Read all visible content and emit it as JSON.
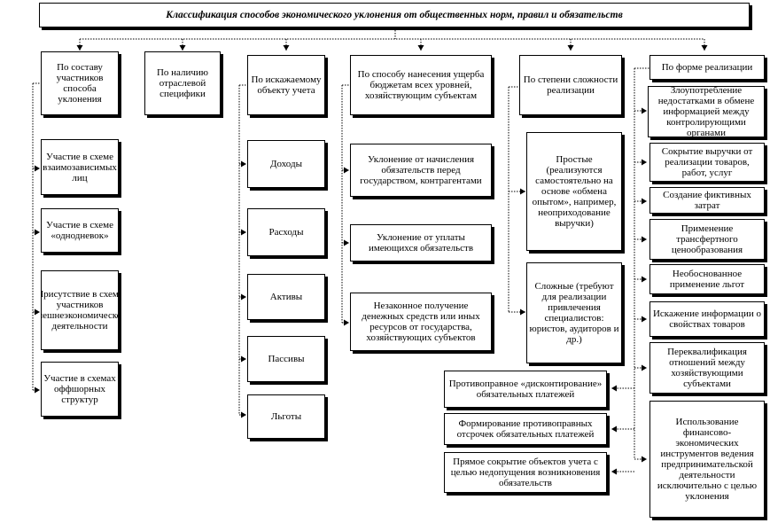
{
  "title": "Классификация способов экономического уклонения от общественных норм, правил и обязательств",
  "columns": {
    "participants": {
      "header": "По составу участников способа уклонения",
      "items": [
        "Участие в схеме взаимозависимых лиц",
        "Участие в схеме «однодневок»",
        "Присутствие в схеме участников внешнеэкономической деятельности",
        "Участие в схемах оффшорных структур"
      ]
    },
    "sector": {
      "header": "По наличию отраслевой специфики"
    },
    "object": {
      "header": "По искажаемому объекту учета",
      "items": [
        "Доходы",
        "Расходы",
        "Активы",
        "Пассивы",
        "Льготы"
      ]
    },
    "damage": {
      "header": "По способу нанесения ущерба бюджетам всех уровней, хозяйствующим субъектам",
      "items": [
        "Уклонение от начисления обязательств перед государством, контрагентами",
        "Уклонение от уплаты имеющихся обязательств",
        "Незаконное получение денежных средств или иных ресурсов от государства, хозяйствующих субъектов"
      ]
    },
    "complexity": {
      "header": "По степени сложности реализации",
      "items": [
        "Простые (реализуются самостоятельно на основе «обмена опытом», например, неоприходование выручки)",
        "Сложные (требуют для реализации привлечения специалистов: юристов, аудиторов и др.)"
      ]
    },
    "form": {
      "header": "По форме реализации",
      "items": [
        "Злоупотребление недостатками в обмене информацией между контролирующими органами",
        "Сокрытие выручки от реализации товаров, работ, услуг",
        "Создание фиктивных затрат",
        "Применение трансфертного ценообразования",
        "Необоснованное применение льгот",
        "Искажение информации о свойствах товаров",
        "Переквалификация отношений между хозяйствующими субъектами",
        "Использование финансово-экономических инструментов ведения предпринимательской деятельности исключительно с целью уклонения"
      ],
      "left_items": [
        "Противоправное «дисконтирование» обязательных платежей",
        "Формирование противоправных отсрочек обязательных платежей",
        "Прямое сокрытие объектов учета с целью недопущения возникновения обязательств"
      ]
    }
  }
}
